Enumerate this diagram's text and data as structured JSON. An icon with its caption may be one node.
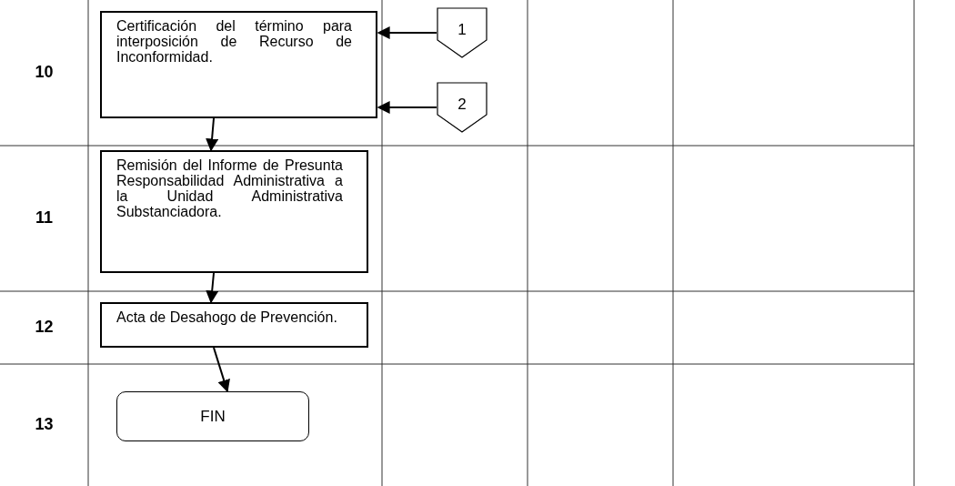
{
  "diagram": {
    "nodes": [
      {
        "text": [
          "Certificación del término para interposición de Recurso de Inconformidad."
        ]
      },
      {
        "text": [
          "1"
        ]
      },
      {
        "text": [
          "2"
        ]
      },
      {
        "text": [
          "Remisión del Informe de Presunta Responsabilidad Administrativa a la Unidad Administrativa Substanciadora."
        ]
      },
      {
        "text": [
          "Acta de Desahogo de Prevención."
        ]
      },
      {
        "text": [
          "FIN"
        ]
      }
    ],
    "edges": [
      {
        "from": 1,
        "to": 0,
        "arrow": "to"
      },
      {
        "from": 2,
        "to": 0,
        "arrow": "to"
      },
      {
        "from": 0,
        "to": 3,
        "arrow": "to"
      },
      {
        "from": 3,
        "to": 4,
        "arrow": "to"
      },
      {
        "from": 4,
        "to": 5,
        "arrow": "to"
      }
    ],
    "labels": [
      "10",
      "11",
      "12",
      "13"
    ]
  }
}
